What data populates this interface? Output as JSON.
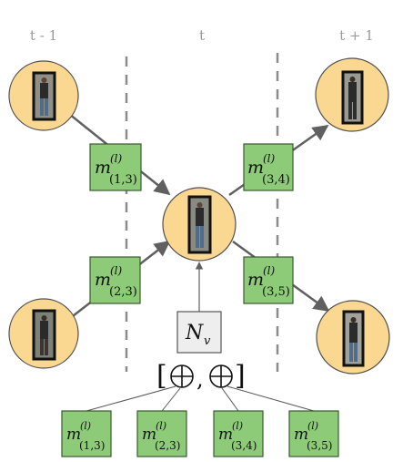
{
  "time_labels": {
    "prev": "t - 1",
    "curr": "t",
    "next": "t + 1"
  },
  "colors": {
    "node_fill": "#fbd891",
    "node_stroke": "#505050",
    "msg_fill": "#8dcb78",
    "msg_stroke": "#3a5a30",
    "agg_fill": "#eeeeee",
    "dash": "#8c8c8c",
    "edge": "#606060",
    "person_dark": "#2b2b2b",
    "person_legs": "#4f6d8a"
  },
  "messages": {
    "m13": {
      "base": "m",
      "sup": "(l)",
      "sub": "(1,3)"
    },
    "m23": {
      "base": "m",
      "sup": "(l)",
      "sub": "(2,3)"
    },
    "m34": {
      "base": "m",
      "sup": "(l)",
      "sub": "(3,4)"
    },
    "m35": {
      "base": "m",
      "sup": "(l)",
      "sub": "(3,5)"
    }
  },
  "aggregation": {
    "operator_label": "N",
    "operator_sub": "v",
    "bracket_open": "[",
    "comma": ",",
    "bracket_close": "]",
    "plus_symbol": "+"
  },
  "nodes": [
    {
      "id": "n1",
      "time": "t - 1",
      "icon": "pedestrian-image"
    },
    {
      "id": "n2",
      "time": "t - 1",
      "icon": "pedestrian-image"
    },
    {
      "id": "n3",
      "time": "t",
      "icon": "pedestrian-image"
    },
    {
      "id": "n4",
      "time": "t + 1",
      "icon": "pedestrian-image"
    },
    {
      "id": "n5",
      "time": "t + 1",
      "icon": "pedestrian-image"
    }
  ]
}
